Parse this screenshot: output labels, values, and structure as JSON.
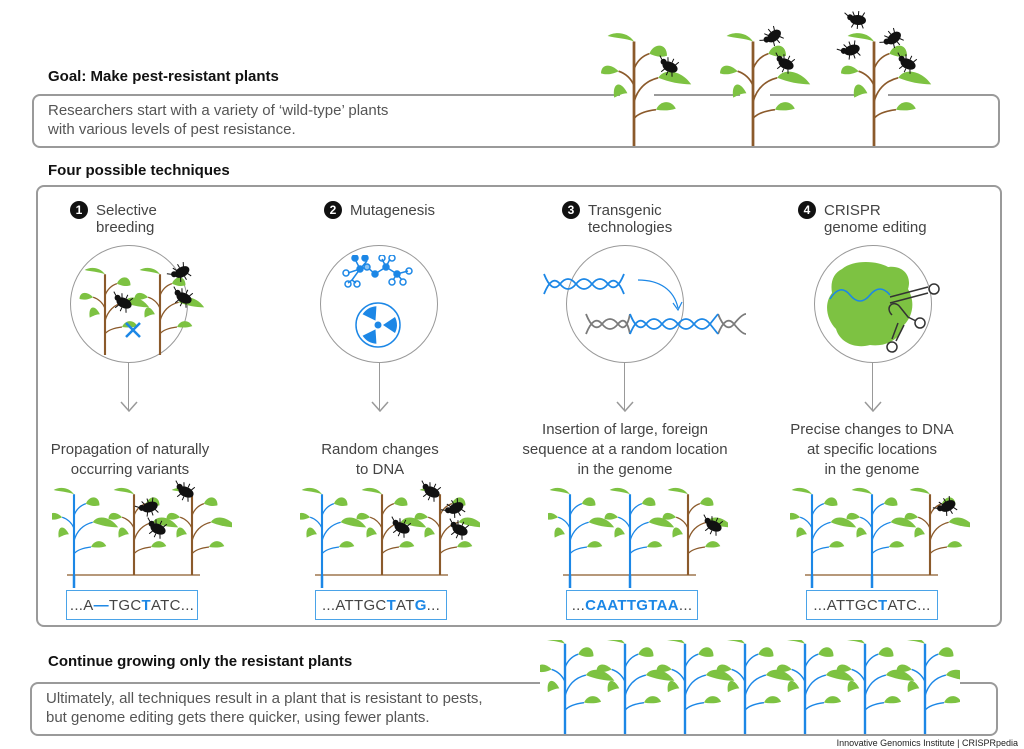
{
  "goal": {
    "title": "Goal: Make pest-resistant plants",
    "text_line1": "Researchers start with a variety of ‘wild-type’ plants",
    "text_line2": "with various levels of pest resistance."
  },
  "techniques_title": "Four possible techniques",
  "techniques": [
    {
      "number": "1",
      "name_line1": "Selective",
      "name_line2": "breeding",
      "illustration": "plants-cross-icon",
      "desc_line1": "Propagation of naturally",
      "desc_line2": "occurring variants",
      "desc_line3": "",
      "sequence": {
        "pre": "...A",
        "gap": "—",
        "mid": "TGC",
        "hl": "T",
        "post": "ATC..."
      }
    },
    {
      "number": "2",
      "name_line1": "Mutagenesis",
      "name_line2": "",
      "illustration": "chemical-radiation-icon",
      "desc_line1": "Random changes",
      "desc_line2": "to DNA",
      "desc_line3": "",
      "sequence": {
        "pre": "...ATTGC",
        "hl": "T",
        "mid": "AT",
        "hl2": "G",
        "post": "..."
      }
    },
    {
      "number": "3",
      "name_line1": "Transgenic",
      "name_line2": "technologies",
      "illustration": "dna-insertion-icon",
      "desc_line1": "Insertion of large, foreign",
      "desc_line2": "sequence at a random location",
      "desc_line3": "in the genome",
      "sequence": {
        "pre": "...",
        "hl": "CAATTGTAA",
        "post": "..."
      }
    },
    {
      "number": "4",
      "name_line1": "CRISPR",
      "name_line2": "genome editing",
      "illustration": "cas9-protein-icon",
      "desc_line1": "Precise changes to DNA",
      "desc_line2": "at specific locations",
      "desc_line3": "in the genome",
      "sequence": {
        "pre": "...ATTGC",
        "hl": "T",
        "post": "ATC..."
      }
    }
  ],
  "result": {
    "title": "Continue growing only the resistant plants",
    "text_line1": "Ultimately, all techniques result in a plant that is resistant to pests,",
    "text_line2": "but genome editing gets there quicker, using fewer plants."
  },
  "credit": "Innovative Genomics Institute | CRISPRpedia",
  "colors": {
    "leaf": "#7dc242",
    "stem_wild": "#8b5a2b",
    "stem_resistant": "#1c87e6",
    "accent_blue": "#1c87e6",
    "border_gray": "#9a9a9a"
  }
}
